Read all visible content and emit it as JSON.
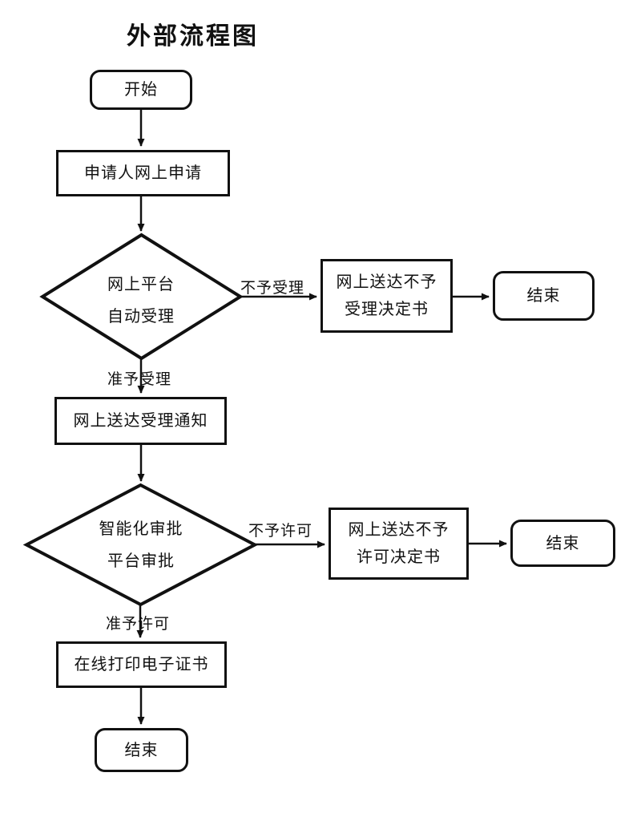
{
  "title": "外部流程图",
  "nodes": {
    "start": {
      "label": "开始"
    },
    "apply": {
      "label": "申请人网上申请"
    },
    "decision1": {
      "line1": "网上平台",
      "line2": "自动受理"
    },
    "reject1": {
      "line1": "网上送达不予",
      "line2": "受理决定书"
    },
    "end1": {
      "label": "结束"
    },
    "notice": {
      "label": "网上送达受理通知"
    },
    "decision2": {
      "line1": "智能化审批",
      "line2": "平台审批"
    },
    "reject2": {
      "line1": "网上送达不予",
      "line2": "许可决定书"
    },
    "end2": {
      "label": "结束"
    },
    "print": {
      "label": "在线打印电子证书"
    },
    "end3": {
      "label": "结束"
    }
  },
  "edge_labels": {
    "not_accept": "不予受理",
    "accept": "准予受理",
    "not_permit": "不予许可",
    "permit": "准予许可"
  },
  "colors": {
    "line": "#111111",
    "background": "#ffffff",
    "text": "#111111"
  }
}
